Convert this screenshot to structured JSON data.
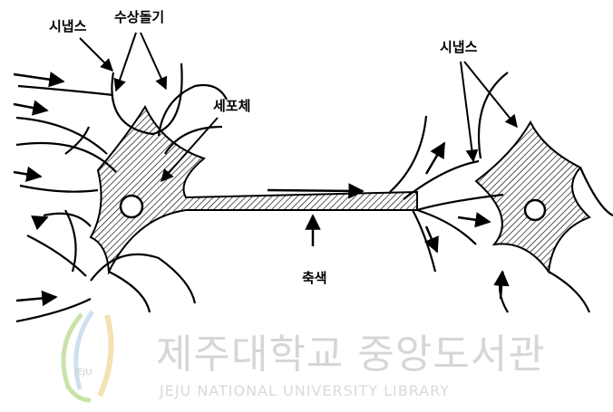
{
  "labels": {
    "synapse_left": "시냅스",
    "dendrite": "수상돌기",
    "cell_body": "세포체",
    "axon": "축색",
    "synapse_right": "시냅스"
  },
  "watermark": {
    "title": "제주대학교 중앙도서관",
    "subtitle": "JEJU NATIONAL UNIVERSITY LIBRARY",
    "logo_text": "JEJU"
  }
}
